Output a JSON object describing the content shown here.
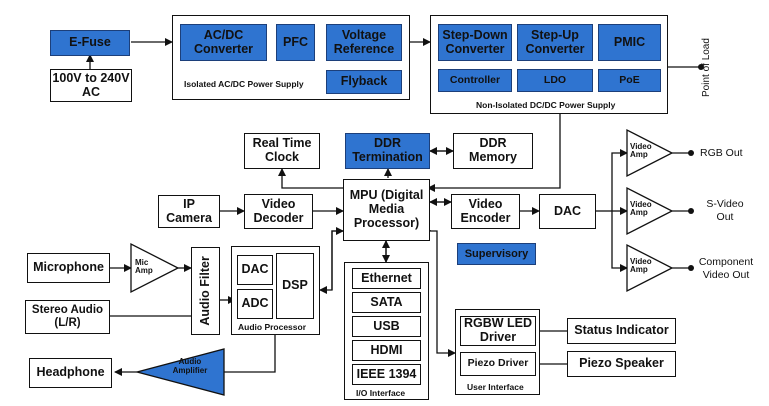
{
  "blocks": {
    "efuse": "E-Fuse",
    "ac_input": "100V to 240V AC",
    "acdc_converter": "AC/DC Converter",
    "pfc": "PFC",
    "voltage_reference": "Voltage Reference",
    "flyback": "Flyback",
    "isolated_label": "Isolated AC/DC Power Supply",
    "step_down": "Step-Down Converter",
    "step_up": "Step-Up Converter",
    "pmic": "PMIC",
    "controller": "Controller",
    "ldo": "LDO",
    "poe": "PoE",
    "non_isolated_label": "Non-Isolated DC/DC Power Supply",
    "point_of_load": "Point of Load",
    "rtc": "Real Time Clock",
    "ddr_termination": "DDR Termination",
    "ddr_memory": "DDR Memory",
    "mpu": "MPU (Digital Media Processor)",
    "ip_camera": "IP Camera",
    "video_decoder": "Video Decoder",
    "video_encoder": "Video Encoder",
    "dac_video": "DAC",
    "supervisory": "Supervisory",
    "microphone": "Microphone",
    "mic_amp": "Mic Amp",
    "audio_filter": "Audio Filter",
    "dac_audio": "DAC",
    "adc_audio": "ADC",
    "dsp": "DSP",
    "audio_processor_label": "Audio Processor",
    "stereo_audio": "Stereo Audio (L/R)",
    "headphone": "Headphone",
    "audio_amplifier": "Audio Amplifier",
    "ethernet": "Ethernet",
    "sata": "SATA",
    "usb": "USB",
    "hdmi": "HDMI",
    "ieee1394": "IEEE 1394",
    "io_label": "I/O Interface",
    "rgbw_led": "RGBW LED Driver",
    "piezo_driver": "Piezo Driver",
    "ui_label": "User Interface",
    "status_indicator": "Status Indicator",
    "piezo_speaker": "Piezo Speaker",
    "video_amp_1": "Video Amp",
    "video_amp_2": "Video Amp",
    "video_amp_3": "Video Amp",
    "rgb_out": "RGB Out",
    "svideo_out": "S-Video Out",
    "component_out": "Component Video Out"
  },
  "colors": {
    "accent": "#2f74d0",
    "line": "#111111"
  }
}
